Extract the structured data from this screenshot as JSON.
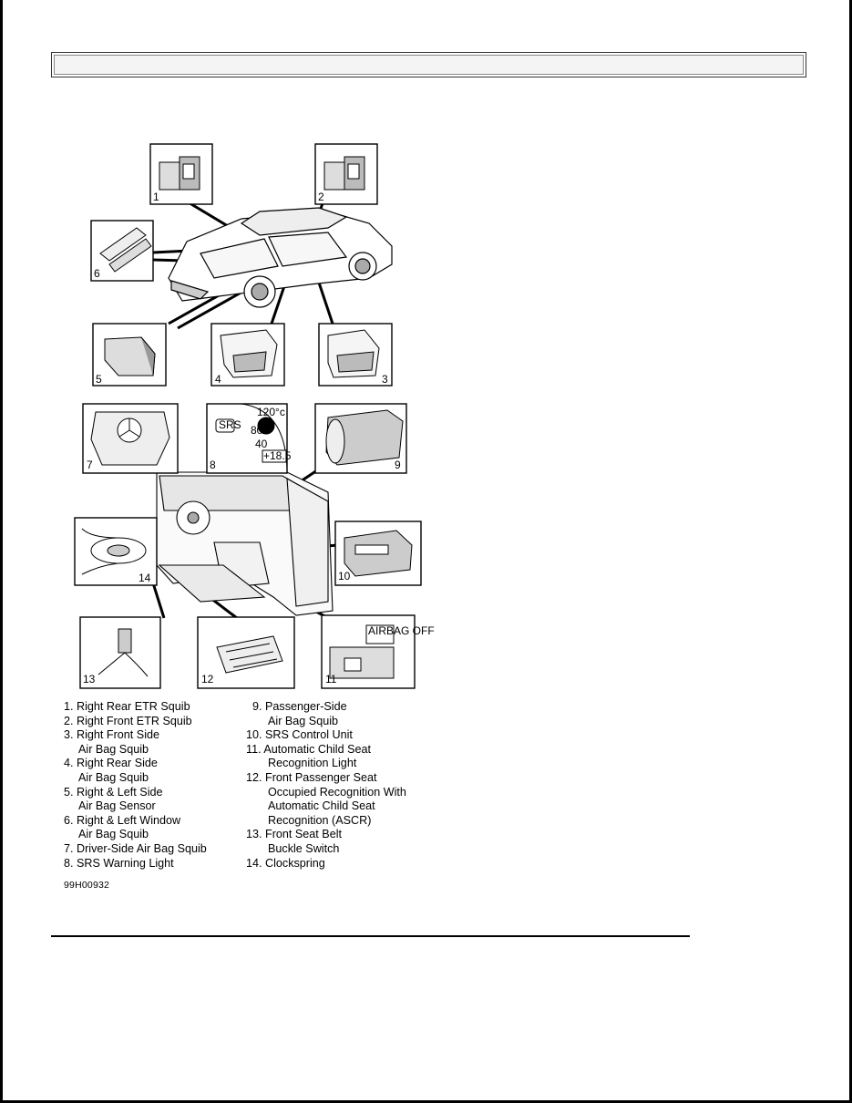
{
  "figure": {
    "id": "99H00932",
    "callouts": [
      "1",
      "2",
      "3",
      "4",
      "5",
      "6",
      "7",
      "8",
      "9",
      "10",
      "11",
      "12",
      "13",
      "14"
    ],
    "inset_text": {
      "gauge_temp": "120°c",
      "gauge_80": "80",
      "gauge_40": "40",
      "gauge_readout": "+18.5",
      "srs_lamp": "SRS",
      "airbag_off": "AIRBAG OFF"
    }
  },
  "legend": {
    "left": [
      {
        "text": "1. Right Rear ETR Squib",
        "cont": null
      },
      {
        "text": "2. Right Front ETR Squib",
        "cont": null
      },
      {
        "text": "3. Right Front Side",
        "cont": "Air Bag Squib"
      },
      {
        "text": "4. Right Rear Side",
        "cont": "Air Bag Squib"
      },
      {
        "text": "5. Right & Left Side",
        "cont": "Air Bag Sensor"
      },
      {
        "text": "6. Right & Left Window",
        "cont": "Air Bag Squib"
      },
      {
        "text": "7. Driver-Side Air Bag Squib",
        "cont": null
      },
      {
        "text": "8. SRS Warning Light",
        "cont": null
      }
    ],
    "right": [
      {
        "text": "9. Passenger-Side",
        "cont": [
          "Air Bag Squib"
        ]
      },
      {
        "text": "10. SRS Control Unit",
        "cont": []
      },
      {
        "text": "11. Automatic Child Seat",
        "cont": [
          "Recognition Light"
        ]
      },
      {
        "text": "12. Front Passenger Seat",
        "cont": [
          "Occupied Recognition With",
          "Automatic Child Seat",
          "Recognition (ASCR)"
        ]
      },
      {
        "text": "13. Front Seat Belt",
        "cont": [
          "Buckle Switch"
        ]
      },
      {
        "text": "14. Clockspring",
        "cont": []
      }
    ]
  }
}
